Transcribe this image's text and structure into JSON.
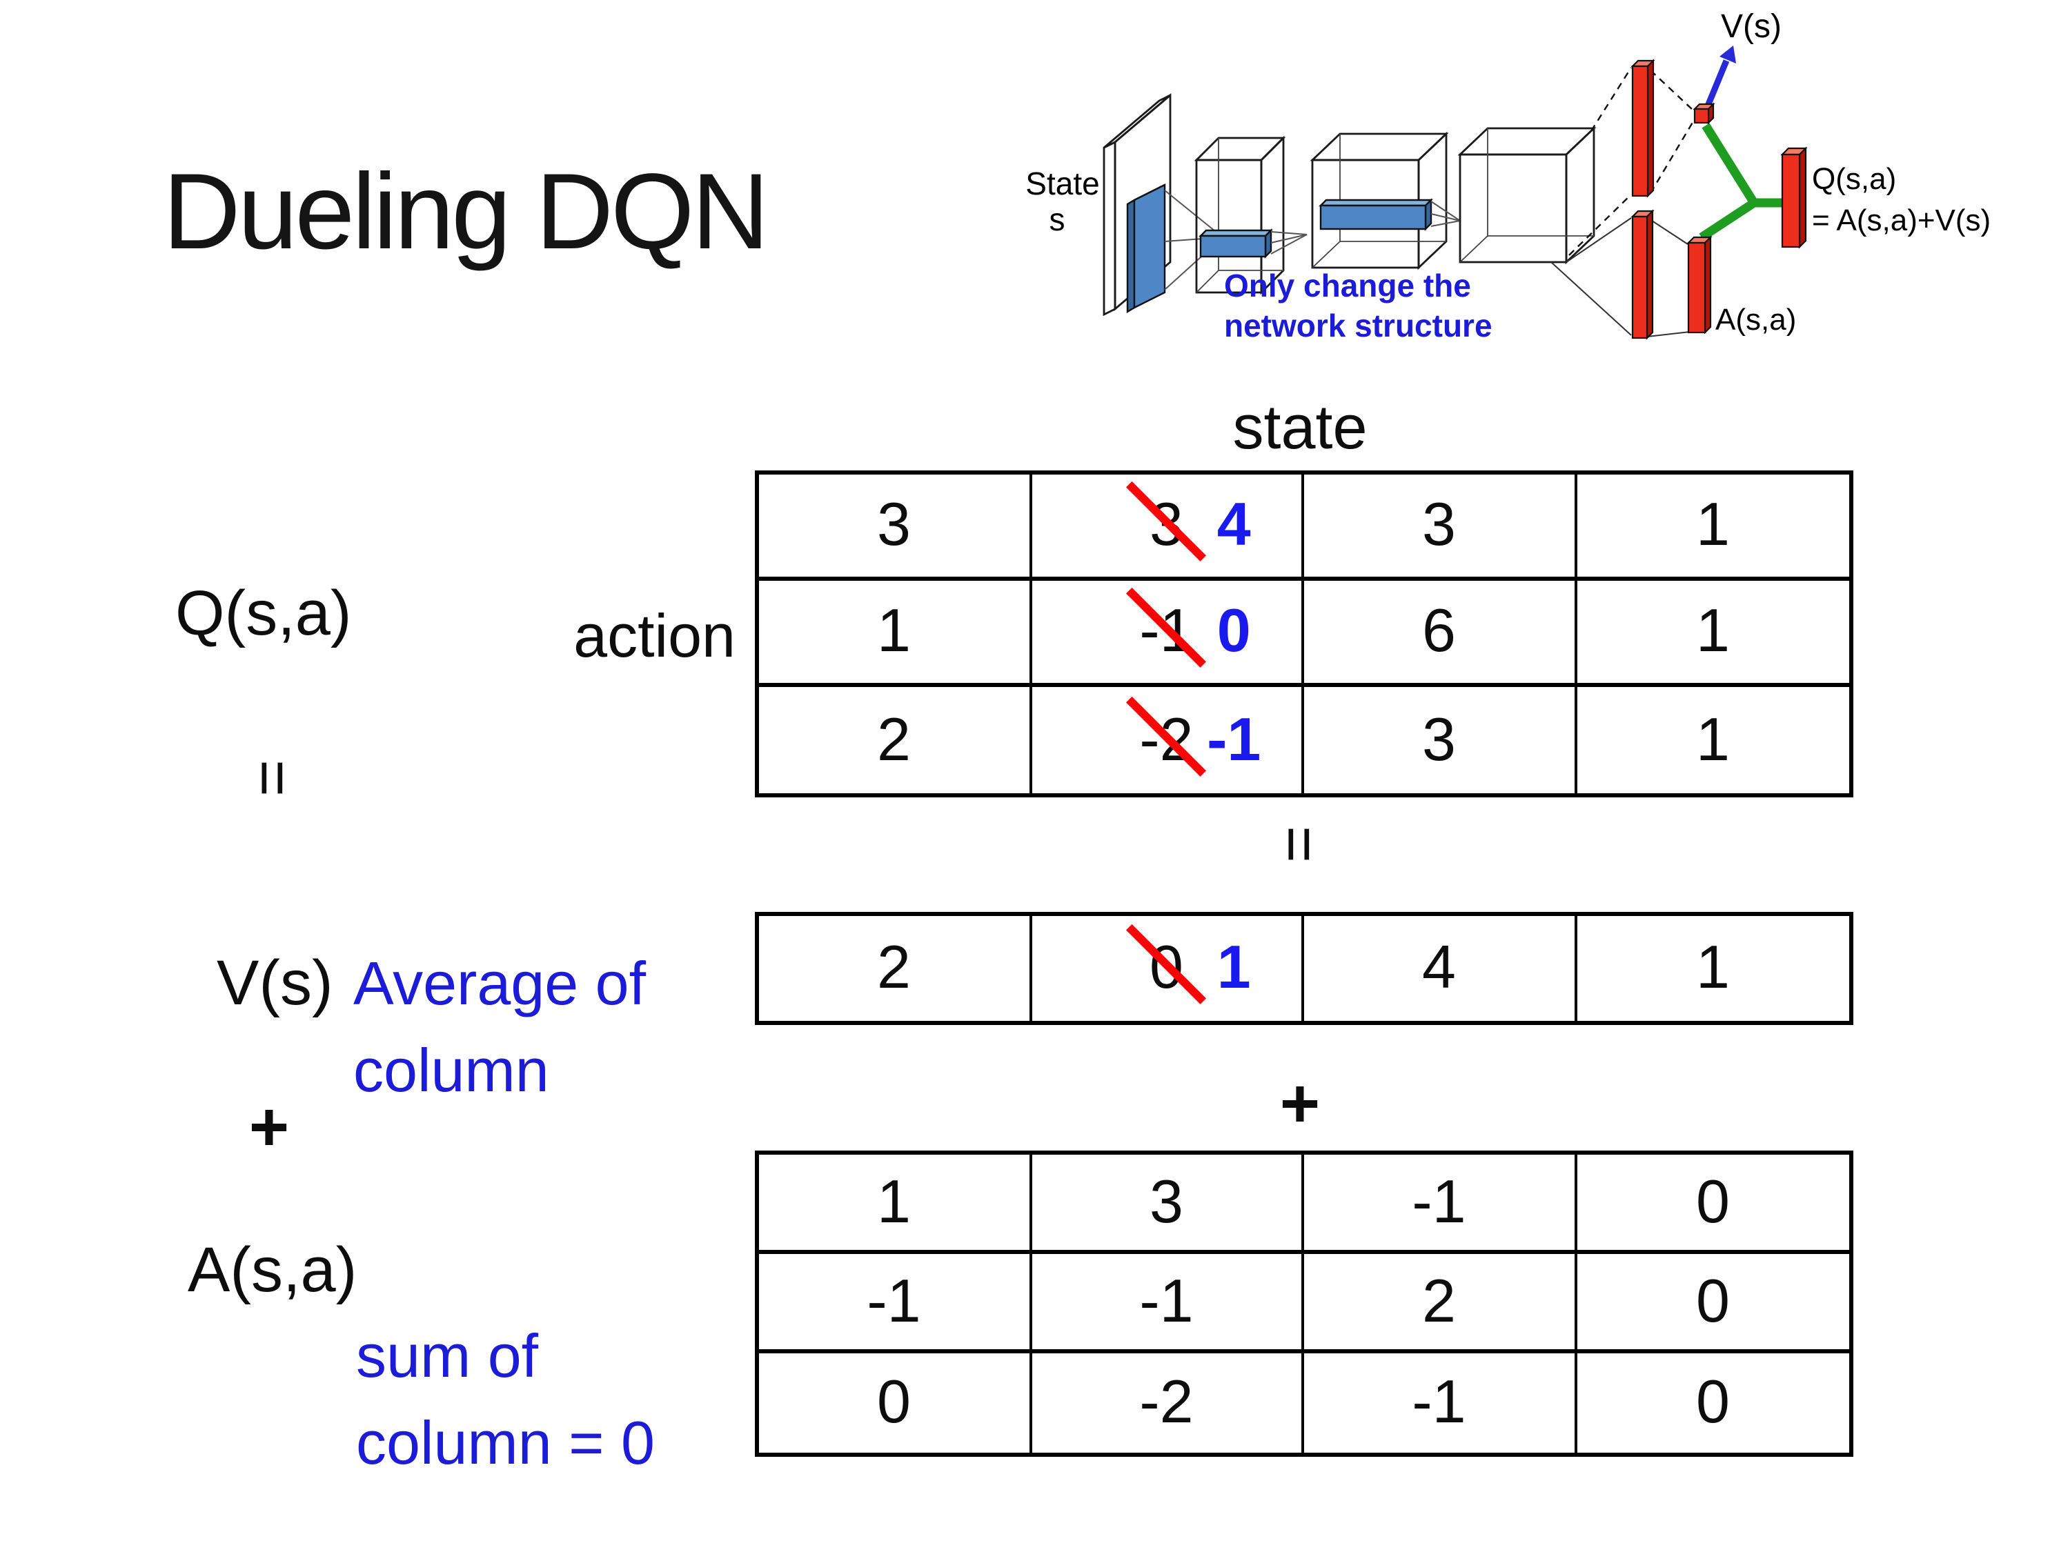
{
  "slide_title": "Dueling DQN",
  "network_diagram": {
    "input_label_line1": "State",
    "input_label_line2": "s",
    "note_line1": "Only change the",
    "note_line2": "network structure",
    "v_branch_label": "V(s)",
    "a_branch_label": "A(s,a)",
    "q_output_label": "Q(s,a)",
    "q_output_formula": "= A(s,a)+V(s)"
  },
  "equation": {
    "q_label": "Q(s,a)",
    "equals_sign": "=",
    "v_label": "V(s)",
    "plus_sign": "+",
    "a_label": "A(s,a)",
    "avg_note_line1": "Average of",
    "avg_note_line2": "column",
    "sum_note_line1": "sum of",
    "sum_note_line2": "column = 0",
    "center_equals": "=",
    "center_plus": "+"
  },
  "matrix_headers": {
    "top": "state",
    "left": "action"
  },
  "q_matrix": {
    "rows": [
      {
        "c0": "3",
        "old": "3",
        "new": "4",
        "c2": "3",
        "c3": "1"
      },
      {
        "c0": "1",
        "old": "-1",
        "new": "0",
        "c2": "6",
        "c3": "1"
      },
      {
        "c0": "2",
        "old": "-2",
        "new": "-1",
        "c2": "3",
        "c3": "1"
      }
    ]
  },
  "v_matrix": {
    "c0": "2",
    "old": "0",
    "new": "1",
    "c2": "4",
    "c3": "1"
  },
  "a_matrix": {
    "rows": [
      [
        "1",
        "3",
        "-1",
        "0"
      ],
      [
        "-1",
        "-1",
        "2",
        "0"
      ],
      [
        "0",
        "-2",
        "-1",
        "0"
      ]
    ]
  },
  "colors": {
    "annotation_blue": "#1b1bd8",
    "replaced_value_blue": "#1a1aef",
    "strike_red": "#f90505",
    "bar_red": "#ee2e1d",
    "link_green": "#1f9d20",
    "conv_blue": "#4f86c6",
    "arrow_blue": "#2829d8"
  }
}
